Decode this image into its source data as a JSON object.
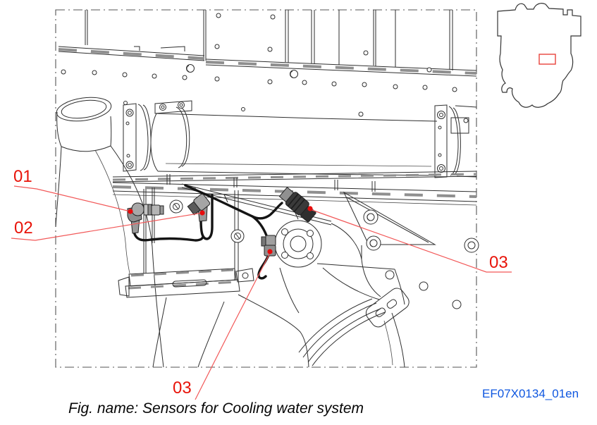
{
  "figure": {
    "caption": "Fig. name: Sensors for Cooling water system",
    "document_code": "EF07X0134_01en"
  },
  "callouts": [
    {
      "label": "01",
      "target": "sensor-01"
    },
    {
      "label": "02",
      "target": "sensor-02"
    },
    {
      "label": "03",
      "target": "sensor-03-top"
    },
    {
      "label": "03",
      "target": "sensor-03-bottom"
    }
  ],
  "colors": {
    "callout_red": "#e81309",
    "leader_red": "#f25858",
    "marker_red": "#e60d0d",
    "code_blue": "#0f57e0",
    "drawing_line": "#2e2e2e",
    "thumbnail_box_red": "#e8433c"
  },
  "thumbnail": {
    "name": "engine-location-thumbnail"
  }
}
